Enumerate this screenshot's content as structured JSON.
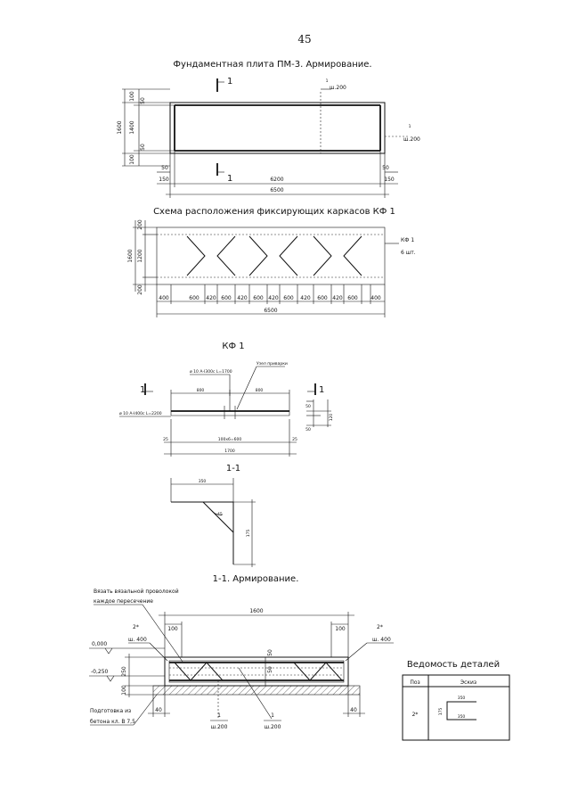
{
  "page_number": "45",
  "plan": {
    "title": "Фундаментная плита ПМ-3. Армирование.",
    "section_mark": "1",
    "rebar_note": "ш.200",
    "dims_left": [
      "100",
      "50",
      "1400",
      "50",
      "100"
    ],
    "overall_height": "1600",
    "dims_bottom_inner": [
      "50",
      "50"
    ],
    "dims_bottom": [
      "150",
      "6200",
      "150"
    ],
    "overall_length": "6500"
  },
  "scheme": {
    "title": "Схема расположения фиксирующих каркасов КФ 1",
    "frame_label": "КФ 1",
    "frame_count": "6 шт.",
    "dims_left": [
      "200",
      "1200",
      "200"
    ],
    "overall_height": "1600",
    "dims_bottom": [
      "400",
      "600",
      "420",
      "600",
      "420",
      "600",
      "420",
      "600",
      "420",
      "600",
      "420",
      "600",
      "400"
    ],
    "overall_length": "6500"
  },
  "kf1": {
    "title": "КФ 1",
    "rebar_top": "ø 10 А-I300с L=1700",
    "node_label": "Узел приварки",
    "rebar_bottom": "ø 10 А-I400с L=2200",
    "section_mark": "1",
    "dim_a": "800",
    "dim_b": "800",
    "dim_c": "100х6=600",
    "dim_total": "1700",
    "dim_end_l": "25",
    "dim_end_r": "25",
    "dim_h1": "50",
    "dim_h2": "120",
    "dim_h3": "50"
  },
  "section11": {
    "title": "1-1",
    "dim_top": "350",
    "angle": "45",
    "dim_height": "175"
  },
  "reinf": {
    "title": "1-1. Армирование.",
    "note_line1": "Вязать вязальной проволокой",
    "note_line2": "каждое пересечение",
    "top_width": "1600",
    "bar_left": "2*",
    "bar_left_step": "ш. 400",
    "bar_right": "2*",
    "bar_right_step": "ш. 400",
    "level_top": "0,000",
    "level_bottom": "-0,250",
    "dim_100_left": "100",
    "dim_100_right": "100",
    "cover_50": "50",
    "mid_50": "50",
    "dim_250": "250",
    "dim_100_base": "100",
    "prep_line1": "Подготовка из",
    "prep_line2": "бетона кл. В 7,5",
    "dim_40_left": "40",
    "dim_40_right": "40",
    "mark_1a": "1",
    "step_1a": "ш.200",
    "mark_1b": "1",
    "step_1b": "ш.200"
  },
  "parts_table": {
    "title": "Ведомость деталей",
    "col_pos": "Поз",
    "col_sketch": "Эскиз",
    "row_pos": "2*",
    "sketch_top": "350",
    "sketch_side": "175",
    "sketch_bottom": "350"
  }
}
